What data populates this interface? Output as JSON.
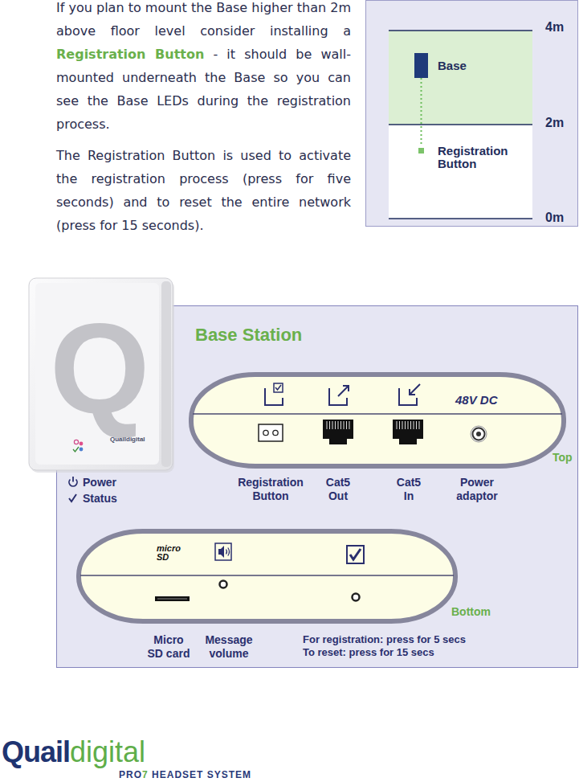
{
  "diagram": {
    "title": "Base Station",
    "nodes": [
      {
        "text": [
          "Base"
        ]
      },
      {
        "text": [
          "Registration Button"
        ]
      },
      {
        "text": [
          "48V DC",
          "Top"
        ]
      },
      {
        "text": [
          "micro SD",
          "Bottom"
        ]
      }
    ],
    "edges": [
      {
        "from": 0,
        "to": 1,
        "arrow": "none"
      }
    ],
    "labels": [
      "If you plan to mount the Base higher than 2m above floor level consider installing a",
      "Registration Button",
      "- it should be wall-mounted underneath the Base so you can see the Base LEDs during the registration process.",
      "The Registration Button is used to activate the registration process (press for five seconds) and to reset the entire network (press for 15 seconds).",
      "4m",
      "2m",
      "0m",
      "Q",
      "Quaildigital",
      "Power",
      "Status",
      "Registration Button",
      "Cat5 Out",
      "Cat5 In",
      "Power adaptor",
      "Micro SD card",
      "Message volume",
      "For registration: press for 5 secs",
      "To reset: press for 15 secs",
      "Quail",
      "digital",
      "PRO",
      "7",
      "HEADSET SYSTEM"
    ]
  }
}
